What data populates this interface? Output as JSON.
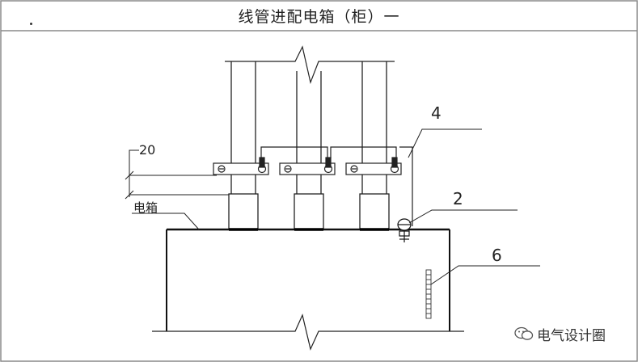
{
  "title": "线管进配电箱（柜）一",
  "labels": {
    "dimension": "20",
    "box": "电箱",
    "callout_4": "4",
    "callout_2": "2",
    "callout_6": "6"
  },
  "watermark": {
    "icon": "wechat-icon",
    "text": "电气设计圈"
  },
  "colors": {
    "line": "#111111",
    "border": "#8a8a8a"
  }
}
